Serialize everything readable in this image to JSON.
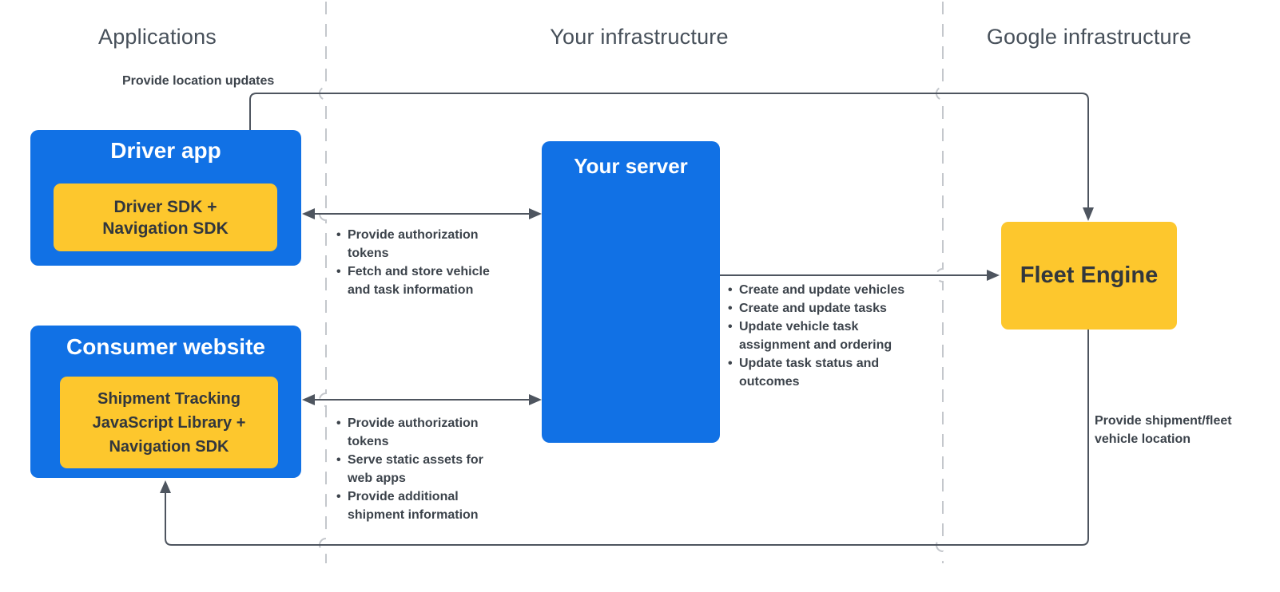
{
  "colors": {
    "blue": "#1171e5",
    "yellow": "#fdc72d",
    "ink": "#32373d",
    "label": "#3c434b",
    "header": "#47505a",
    "line": "#4e555f",
    "dash": "#c4c7cc"
  },
  "lanes": {
    "applications": "Applications",
    "your_infrastructure": "Your infrastructure",
    "google_infrastructure": "Google infrastructure"
  },
  "nodes": {
    "driver_app": {
      "title": "Driver app",
      "sdk_lines": [
        "Driver SDK +",
        "Navigation SDK"
      ]
    },
    "consumer_website": {
      "title": "Consumer website",
      "sdk_lines": [
        "Shipment Tracking",
        "JavaScript Library  +",
        "Navigation SDK"
      ]
    },
    "your_server": {
      "title": "Your server"
    },
    "fleet_engine": {
      "title": "Fleet Engine"
    }
  },
  "edge_labels": {
    "provide_location_updates": "Provide location updates",
    "provide_shipment_fleet": "Provide shipment/fleet vehicle location"
  },
  "bullet_lists": {
    "driver_server": [
      "Provide authorization tokens",
      "Fetch and store vehicle and task information"
    ],
    "server_fleet": [
      "Create and update vehicles",
      "Create and update tasks",
      "Update vehicle task assignment and ordering",
      "Update task status and outcomes"
    ],
    "consumer_server": [
      "Provide authorization tokens",
      "Serve static assets for web apps",
      "Provide additional shipment information"
    ]
  }
}
